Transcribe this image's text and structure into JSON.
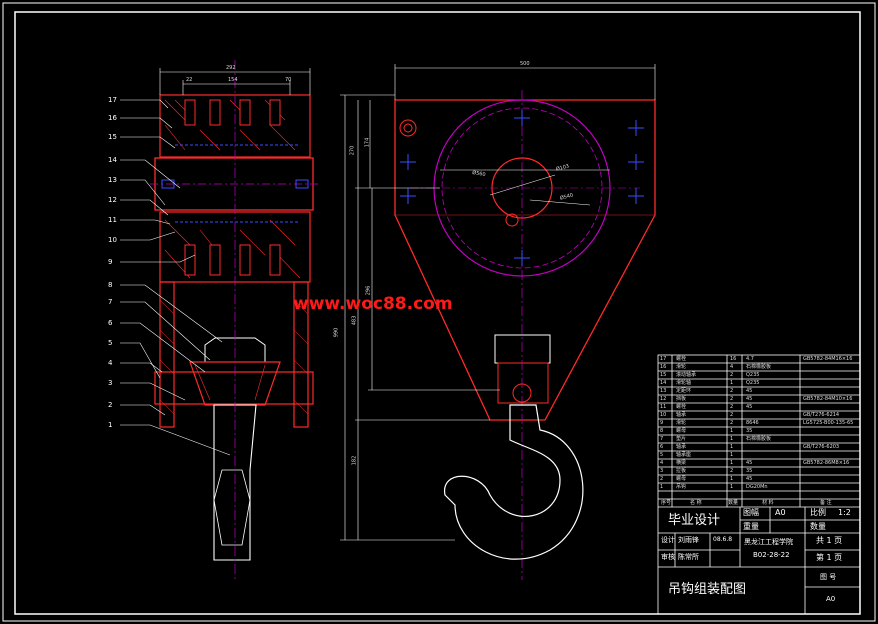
{
  "drawing": {
    "watermark": "www.woc88.com",
    "colors": {
      "background": "#000000",
      "frame": "#ffffff",
      "part_outline": "#ff2a2a",
      "hatch": "#ff2a2a",
      "center_line": "#c000c0",
      "bolt_blue": "#3a4cff",
      "dimension": "#ffffff",
      "watermark": "#ff1a1a"
    },
    "dimensions": {
      "left_width_total": "292",
      "left_seg_a": "22",
      "left_seg_b": "154",
      "left_seg_c": "70",
      "right_width_total": "500",
      "vertical_a": "270",
      "vertical_b": "174",
      "vertical_c": "990",
      "vertical_d": "483",
      "vertical_e": "296",
      "vertical_f": "182",
      "dia_outer": "Ø560",
      "dia_mid": "Ø540",
      "dia_inner": "Ø103"
    },
    "part_numbers": [
      "17",
      "16",
      "15",
      "14",
      "13",
      "12",
      "11",
      "10",
      "9",
      "8",
      "7",
      "6",
      "5",
      "4",
      "3",
      "2",
      "1"
    ]
  },
  "title_block": {
    "project": "毕业设计",
    "drawing_title": "吊钩组装配图",
    "sheet_label": "图幅",
    "sheet_value": "A0",
    "scale_label": "比例",
    "scale_value": "1:2",
    "weight_label": "重量",
    "qty_label": "数量",
    "total_pages": "共 1 页",
    "page_no": "第 1 页",
    "design_label": "设计",
    "designer": "刘雨锋",
    "date": "08.6.8",
    "review_label": "审核",
    "reviewer": "陈常所",
    "school": "黑龙江工程学院",
    "class_no": "B02-28-22",
    "drawing_no_label": "图 号",
    "drawing_no": "A0",
    "bom_header": [
      "序号",
      "名 称",
      "数量",
      "材 料",
      "备 注"
    ],
    "bom_rows": [
      {
        "no": "17",
        "name": "螺栓",
        "qty": "16",
        "mat": "4.7",
        "note": "GB5782-84M16×16"
      },
      {
        "no": "16",
        "name": "滑轮",
        "qty": "4",
        "mat": "石棉橡胶板",
        "note": ""
      },
      {
        "no": "15",
        "name": "滚动轴承",
        "qty": "2",
        "mat": "Q235",
        "note": ""
      },
      {
        "no": "14",
        "name": "滑轮轴",
        "qty": "1",
        "mat": "Q235",
        "note": ""
      },
      {
        "no": "13",
        "name": "定距环",
        "qty": "2",
        "mat": "45",
        "note": ""
      },
      {
        "no": "12",
        "name": "挡板",
        "qty": "2",
        "mat": "45",
        "note": "GB5782-84M10×16"
      },
      {
        "no": "11",
        "name": "螺栓",
        "qty": "2",
        "mat": "45",
        "note": ""
      },
      {
        "no": "10",
        "name": "轴承",
        "qty": "2",
        "mat": "",
        "note": "GB/T276-6214"
      },
      {
        "no": "9",
        "name": "滑轮",
        "qty": "2",
        "mat": "8646",
        "note": "LG5725-B00-135-65"
      },
      {
        "no": "8",
        "name": "螺母",
        "qty": "1",
        "mat": "35",
        "note": ""
      },
      {
        "no": "7",
        "name": "垫片",
        "qty": "1",
        "mat": "石棉橡胶板",
        "note": ""
      },
      {
        "no": "6",
        "name": "轴承",
        "qty": "1",
        "mat": "",
        "note": "GB/T276-6203"
      },
      {
        "no": "5",
        "name": "轴承座",
        "qty": "1",
        "mat": "",
        "note": ""
      },
      {
        "no": "4",
        "name": "横梁",
        "qty": "1",
        "mat": "45",
        "note": "GB5782-86M8×16"
      },
      {
        "no": "3",
        "name": "拉板",
        "qty": "2",
        "mat": "35",
        "note": ""
      },
      {
        "no": "2",
        "name": "螺母",
        "qty": "1",
        "mat": "45",
        "note": ""
      },
      {
        "no": "1",
        "name": "吊钩",
        "qty": "1",
        "mat": "DG20Mn",
        "note": ""
      }
    ]
  }
}
